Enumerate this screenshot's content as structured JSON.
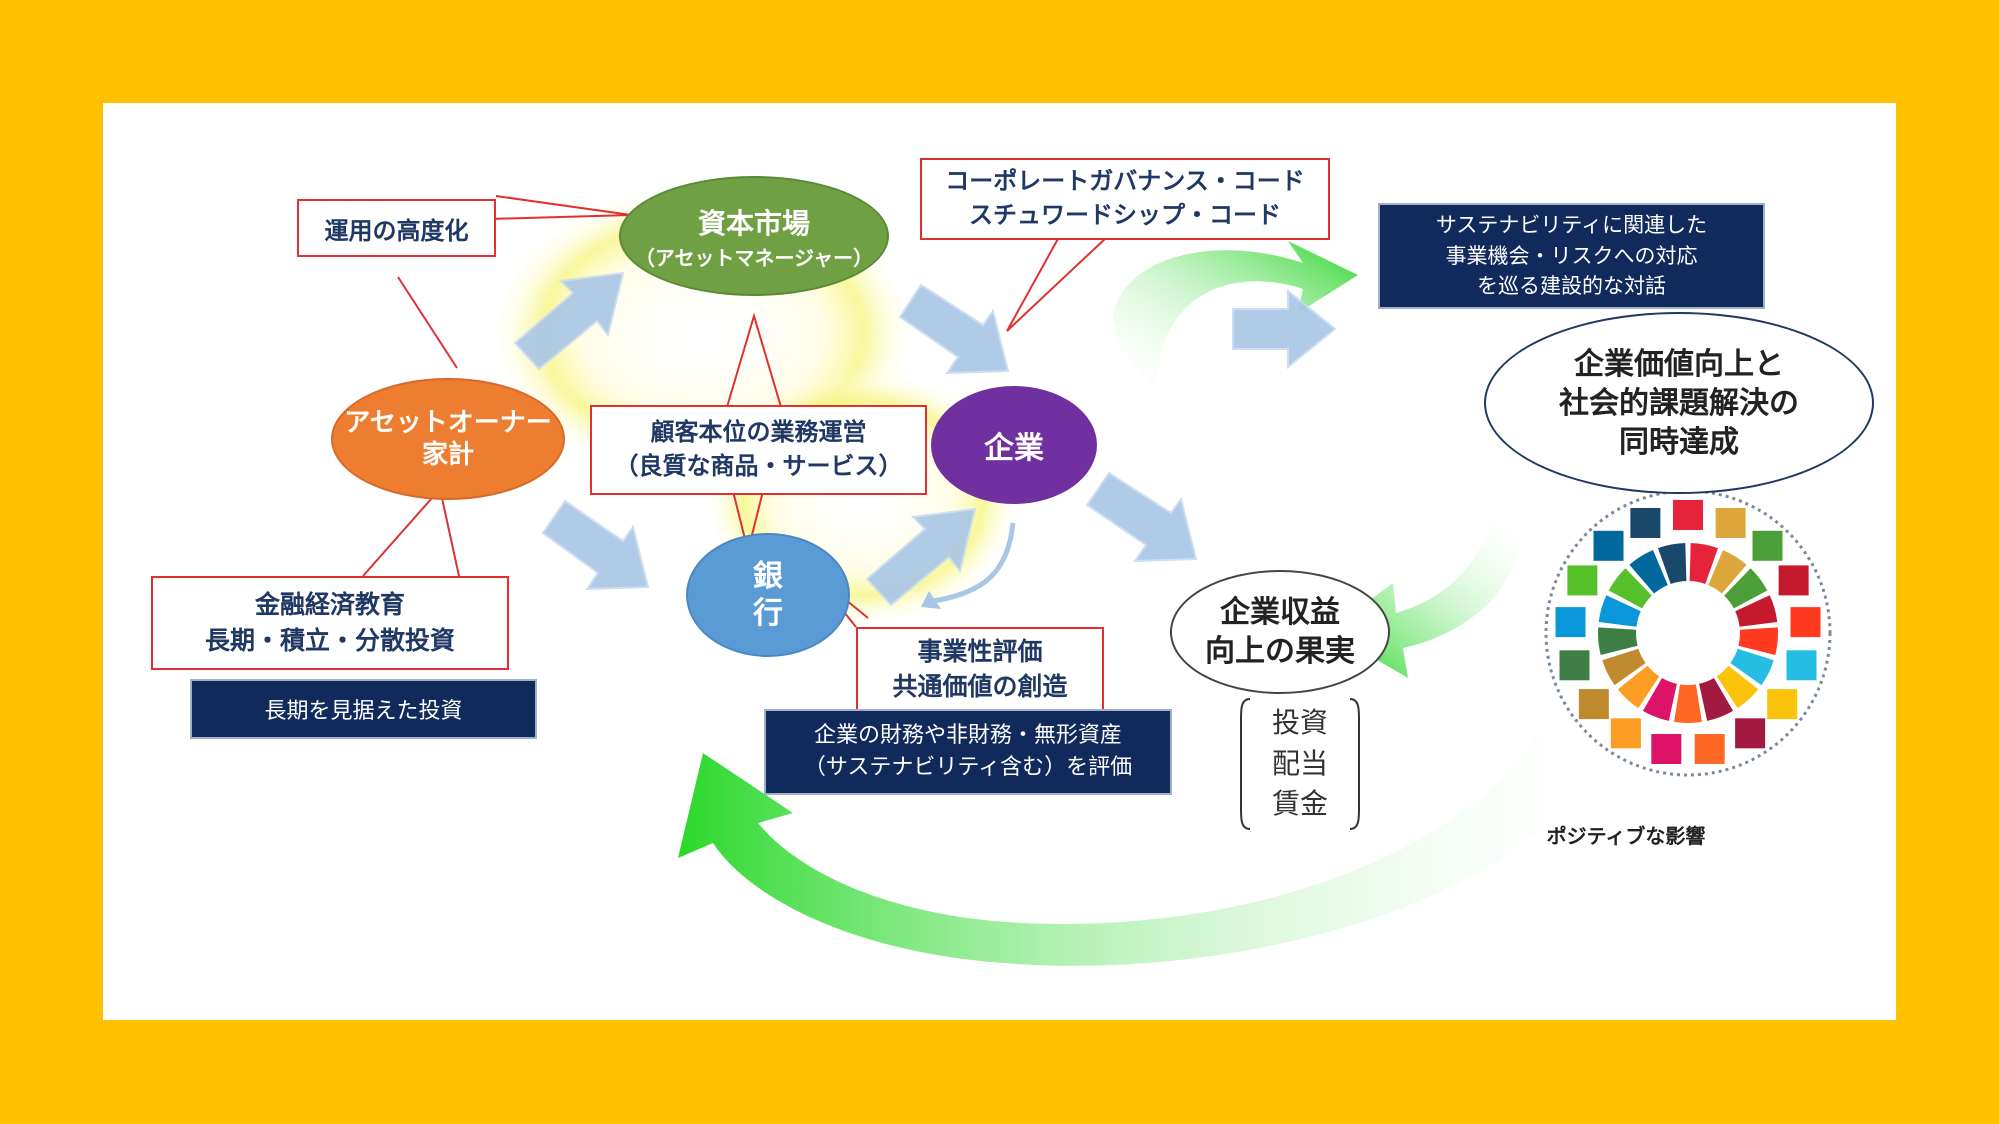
{
  "nodes": {
    "capital_market": {
      "title": "資本市場",
      "subtitle": "（アセットマネージャー）",
      "color": "#6fa044"
    },
    "asset_owner": {
      "text": "アセットオーナー\n家計",
      "color": "#ed7d31"
    },
    "company": {
      "text": "企業",
      "color": "#7030a0"
    },
    "bank": {
      "text": "銀\n行",
      "color": "#5b9bd5"
    }
  },
  "red_boxes": {
    "operation": "運用の高度化",
    "governance": "コーポレートガバナンス・コード\nスチュワードシップ・コード",
    "customer": "顧客本位の業務運営\n（良質な商品・サービス）",
    "education": "金融経済教育\n長期・積立・分散投資",
    "evaluation": "事業性評価\n共通価値の創造"
  },
  "navy_boxes": {
    "dialogue": "サステナビリティに関連した\n事業機会・リスクへの対応\nを巡る建設的な対話",
    "long_term": "長期を見据えた投資",
    "assess": "企業の財務や非財務・無形資産\n（サステナビリティ含む）を評価"
  },
  "outcome_ellipses": {
    "goal": "企業価値向上と\n社会的課題解決の\n同時達成",
    "profit": "企業収益\n向上の果実"
  },
  "bracket_text": "投資\n配当\n賃金",
  "sdgs_caption": "ポジティブな影響",
  "sdg_colors": [
    "#e5243b",
    "#dda63a",
    "#4c9f38",
    "#c5192d",
    "#ff3a21",
    "#26bde2",
    "#fcc30b",
    "#a21942",
    "#fd6925",
    "#dd1367",
    "#fd9d24",
    "#bf8b2e",
    "#3f7e44",
    "#0a97d9",
    "#56c02b",
    "#00689d",
    "#19486a"
  ]
}
